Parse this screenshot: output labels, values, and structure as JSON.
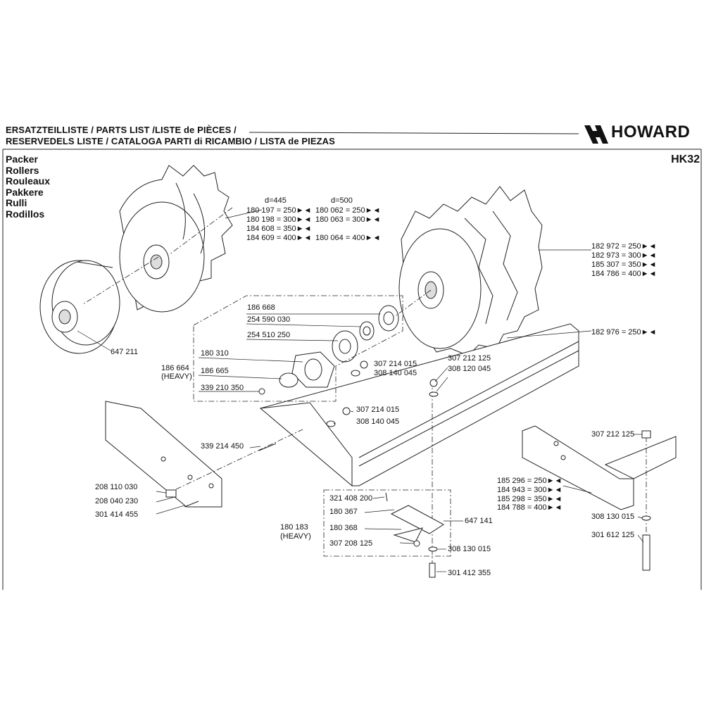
{
  "header": {
    "line1": "ERSATZTEILLISTE / PARTS LIST /LISTE de PIÈCES /",
    "line2": "RESERVEDELS LISTE / CATALOGA PARTI di RICAMBIO / LISTA de PIEZAS",
    "brand": "HOWARD",
    "model": "HK32"
  },
  "titles": [
    "Packer",
    "Rollers",
    "Rouleaux",
    "Pakkere",
    "Rulli",
    "Rodillos"
  ],
  "parts": {
    "d445": "d=445",
    "d500": "d=500",
    "p180197": "180 197 = 250►◄",
    "p180198": "180 198 = 300►◄",
    "p184608": "184 608 = 350►◄",
    "p184609": "184 609 = 400►◄",
    "p180062": "180 062 = 250►◄",
    "p180063": "180 063 = 300►◄",
    "p180064": "180 064 = 400►◄",
    "p182972": "182 972 = 250►◄",
    "p182973": "182 973 = 300►◄",
    "p185307": "185 307 = 350►◄",
    "p184786": "184 786 = 400►◄",
    "p182976": "182 976 = 250►◄",
    "p186668": "186 668",
    "p254590030": "254 590 030",
    "p254510250": "254 510 250",
    "p180310": "180 310",
    "p186664": "186 664",
    "heavy1": "(HEAVY)",
    "p186665": "186 665",
    "p339210350": "339 210 350",
    "p307214015a": "307 214 015",
    "p308140045a": "308 140 045",
    "p307212125a": "307 212 125",
    "p308120045": "308 120 045",
    "p647211": "647 211",
    "p307214015b": "307 214 015",
    "p308140045b": "308 140 045",
    "p339214450": "339 214 450",
    "p208110030": "208 110 030",
    "p208040230": "208 040 230",
    "p301414455": "301 414 455",
    "p321408200": "321 408 200",
    "p180367": "180 367",
    "p180183": "180 183",
    "heavy2": "(HEAVY)",
    "p180368": "180 368",
    "p307208125": "307 208 125",
    "p647141": "647 141",
    "p308130015a": "308 130 015",
    "p301412355": "301 412 355",
    "p307212125b": "307 212 125",
    "p185296": "185 296 = 250►◄",
    "p184943": "184 943 = 300►◄",
    "p185298": "185 298 = 350►◄",
    "p184788": "184 788 = 400►◄",
    "p308130015b": "308 130 015",
    "p301612125": "301 612 125"
  }
}
